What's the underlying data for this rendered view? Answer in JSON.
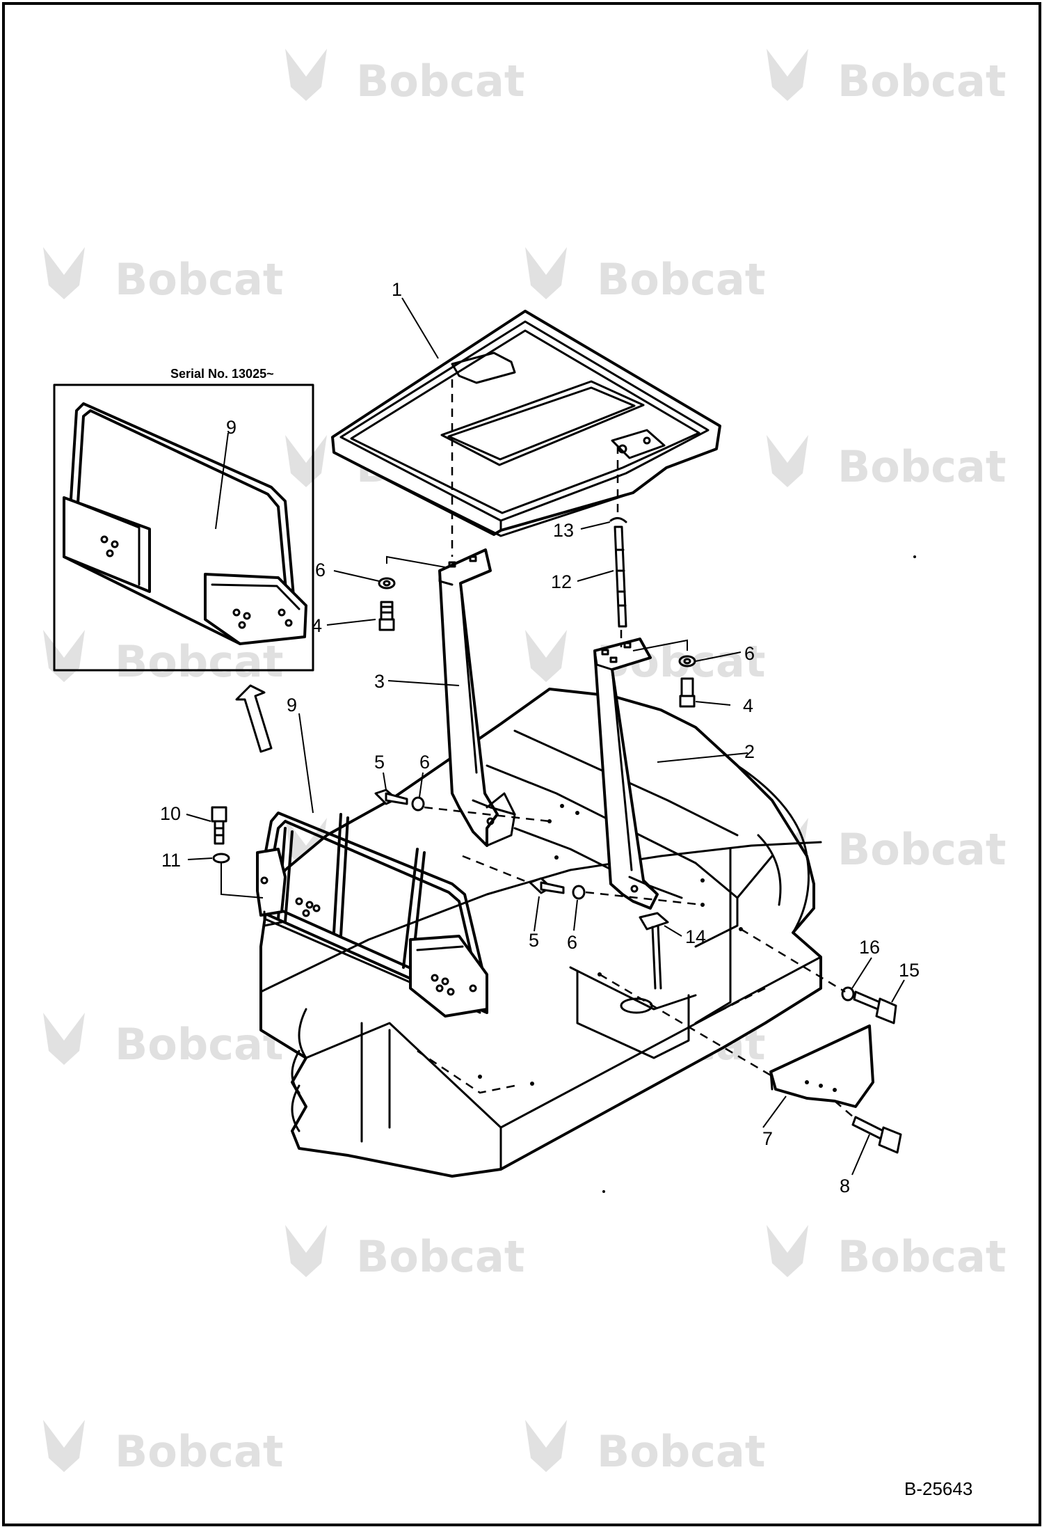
{
  "diagram": {
    "drawing_code": "B-25643",
    "inset_caption": "Serial No. 13025~",
    "watermark_text": "Bobcat",
    "callouts": [
      {
        "id": "c1",
        "label": "1"
      },
      {
        "id": "c2",
        "label": "2"
      },
      {
        "id": "c3",
        "label": "3"
      },
      {
        "id": "c4a",
        "label": "4"
      },
      {
        "id": "c4b",
        "label": "4"
      },
      {
        "id": "c5a",
        "label": "5"
      },
      {
        "id": "c5b",
        "label": "5"
      },
      {
        "id": "c6a",
        "label": "6"
      },
      {
        "id": "c6b",
        "label": "6"
      },
      {
        "id": "c6c",
        "label": "6"
      },
      {
        "id": "c6d",
        "label": "6"
      },
      {
        "id": "c7",
        "label": "7"
      },
      {
        "id": "c8",
        "label": "8"
      },
      {
        "id": "c9a",
        "label": "9"
      },
      {
        "id": "c9b",
        "label": "9"
      },
      {
        "id": "c10",
        "label": "10"
      },
      {
        "id": "c11",
        "label": "11"
      },
      {
        "id": "c12",
        "label": "12"
      },
      {
        "id": "c13",
        "label": "13"
      },
      {
        "id": "c14",
        "label": "14"
      },
      {
        "id": "c15",
        "label": "15"
      },
      {
        "id": "c16",
        "label": "16"
      }
    ]
  }
}
